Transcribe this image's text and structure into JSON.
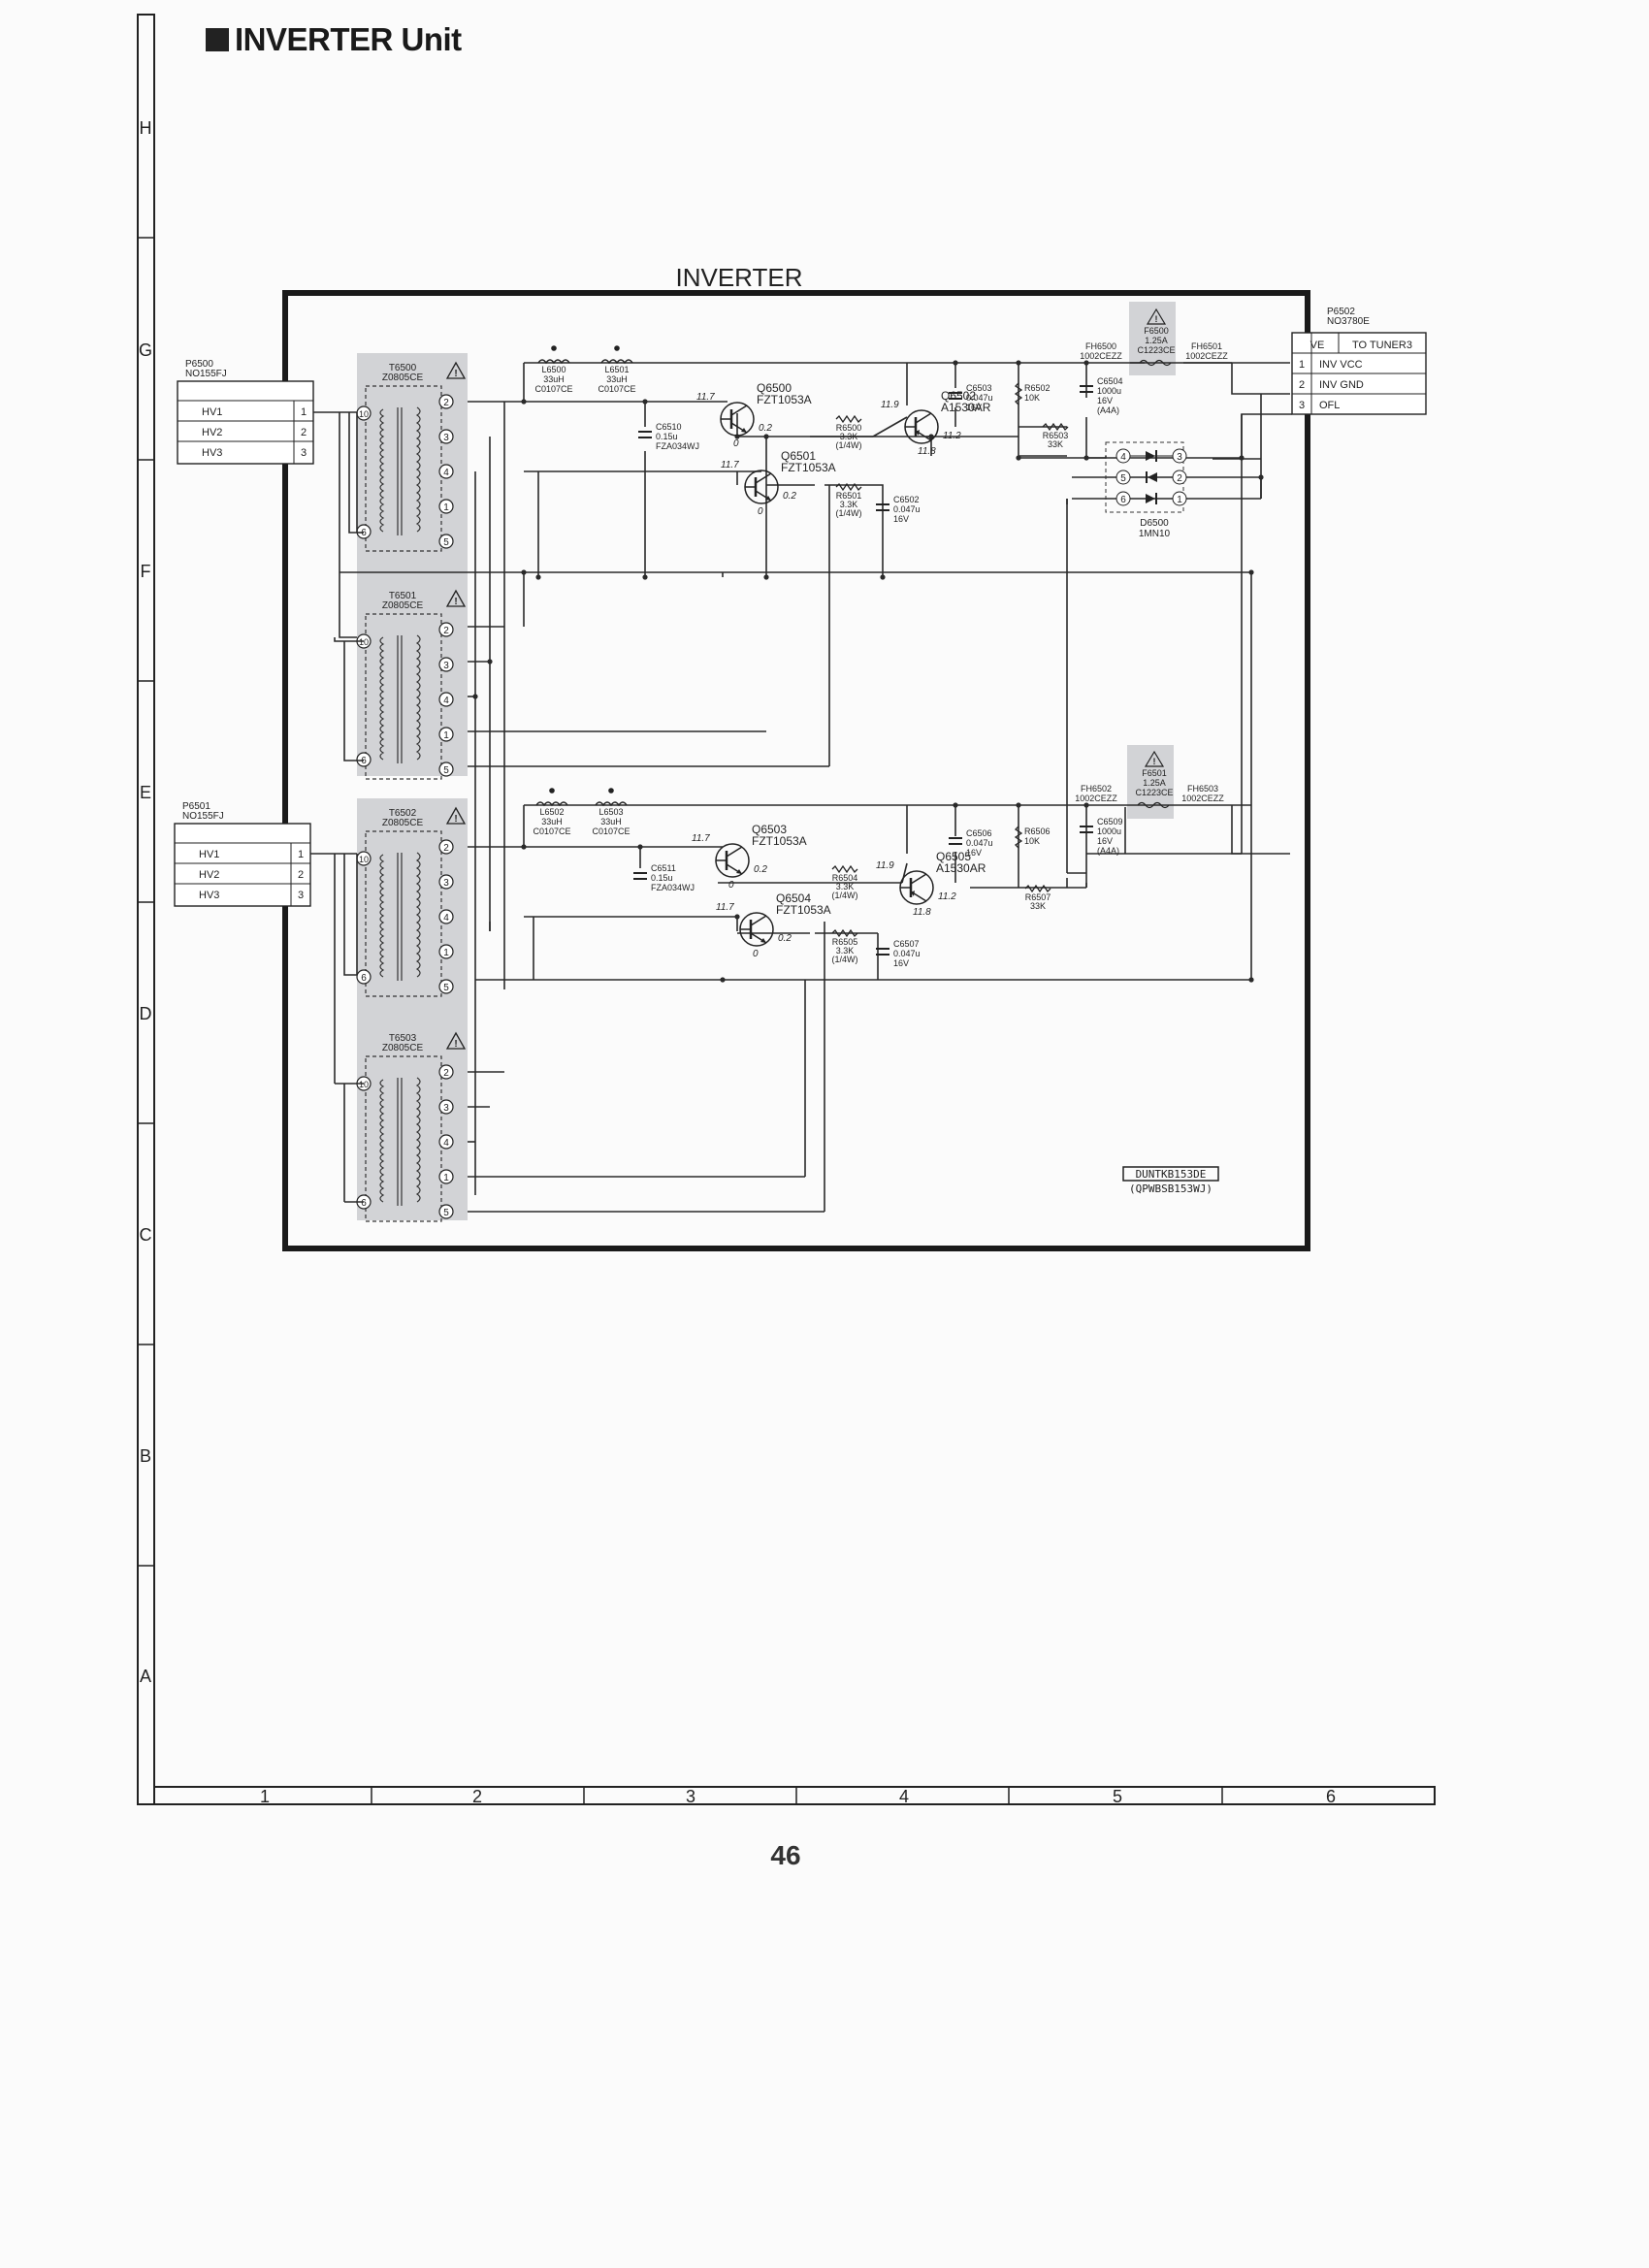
{
  "page": {
    "title": "INVERTER Unit",
    "page_number": "46",
    "panel_title": "INVERTER",
    "row_labels": [
      "H",
      "G",
      "F",
      "E",
      "D",
      "C",
      "B",
      "A"
    ],
    "col_labels": [
      "1",
      "2",
      "3",
      "4",
      "5",
      "6"
    ]
  },
  "connectors": {
    "p6500": {
      "ref": "P6500",
      "part": "NO155FJ",
      "pins": [
        {
          "name": "HV1",
          "num": "1"
        },
        {
          "name": "HV2",
          "num": "2"
        },
        {
          "name": "HV3",
          "num": "3"
        }
      ]
    },
    "p6501": {
      "ref": "P6501",
      "part": "NO155FJ",
      "pins": [
        {
          "name": "HV1",
          "num": "1"
        },
        {
          "name": "HV2",
          "num": "2"
        },
        {
          "name": "HV3",
          "num": "3"
        }
      ]
    },
    "p6502": {
      "ref": "P6502",
      "part": "NO3780E",
      "header_left": "VE",
      "header_right": "TO TUNER3",
      "pins": [
        {
          "num": "1",
          "name": "INV VCC"
        },
        {
          "num": "2",
          "name": "INV GND"
        },
        {
          "num": "3",
          "name": "OFL"
        }
      ]
    }
  },
  "transformers": [
    {
      "ref": "T6500",
      "part": "Z0805CE"
    },
    {
      "ref": "T6501",
      "part": "Z0805CE"
    },
    {
      "ref": "T6502",
      "part": "Z0805CE"
    },
    {
      "ref": "T6503",
      "part": "Z0805CE"
    }
  ],
  "transformer_pins": [
    "2",
    "3",
    "4",
    "1",
    "5",
    "10",
    "6"
  ],
  "inductors": [
    {
      "ref": "L6500",
      "value": "33uH",
      "part": "C0107CE"
    },
    {
      "ref": "L6501",
      "value": "33uH",
      "part": "C0107CE"
    },
    {
      "ref": "L6502",
      "value": "33uH",
      "part": "C0107CE"
    },
    {
      "ref": "L6503",
      "value": "33uH",
      "part": "C0107CE"
    }
  ],
  "transistors": [
    {
      "ref": "Q6500",
      "part": "FZT1053A",
      "v_b": "11.7",
      "v_e": "0",
      "v_c": "0.2"
    },
    {
      "ref": "Q6501",
      "part": "FZT1053A",
      "v_b": "11.7",
      "v_e": "0",
      "v_c": "0.2"
    },
    {
      "ref": "Q6502",
      "part": "A1530AR",
      "v_b": "11.9",
      "v_e": "11.8",
      "v_c": "11.2"
    },
    {
      "ref": "Q6503",
      "part": "FZT1053A",
      "v_b": "11.7",
      "v_e": "0",
      "v_c": "0.2"
    },
    {
      "ref": "Q6504",
      "part": "FZT1053A",
      "v_b": "11.7",
      "v_e": "0",
      "v_c": "0.2"
    },
    {
      "ref": "Q6505",
      "part": "A1530AR",
      "v_b": "11.9",
      "v_e": "11.8",
      "v_c": "11.2"
    }
  ],
  "resistors": [
    {
      "ref": "R6500",
      "value": "3.3K",
      "rating": "(1/4W)"
    },
    {
      "ref": "R6501",
      "value": "3.3K",
      "rating": "(1/4W)"
    },
    {
      "ref": "R6502",
      "value": "10K"
    },
    {
      "ref": "R6503",
      "value": "33K"
    },
    {
      "ref": "R6504",
      "value": "3.3K",
      "rating": "(1/4W)"
    },
    {
      "ref": "R6505",
      "value": "3.3K",
      "rating": "(1/4W)"
    },
    {
      "ref": "R6506",
      "value": "10K"
    },
    {
      "ref": "R6507",
      "value": "33K"
    }
  ],
  "capacitors": [
    {
      "ref": "C6510",
      "value": "0.15u",
      "part": "FZA034WJ"
    },
    {
      "ref": "C6511",
      "value": "0.15u",
      "part": "FZA034WJ"
    },
    {
      "ref": "C6502",
      "value": "0.047u",
      "rating": "16V"
    },
    {
      "ref": "C6503",
      "value": "0.047u",
      "rating": "16V"
    },
    {
      "ref": "C6504",
      "value": "1000u",
      "rating": "16V",
      "extra": "(A4A)"
    },
    {
      "ref": "C6506",
      "value": "0.047u",
      "rating": "16V"
    },
    {
      "ref": "C6507",
      "value": "0.047u",
      "rating": "16V"
    },
    {
      "ref": "C6509",
      "value": "1000u",
      "rating": "16V",
      "extra": "(A4A)"
    }
  ],
  "fuses": [
    {
      "ref": "F6500",
      "rating": "1.25A",
      "part": "C1223CE"
    },
    {
      "ref": "F6501",
      "rating": "1.25A",
      "part": "C1223CE"
    }
  ],
  "fuse_holders": [
    {
      "ref": "FH6500",
      "part": "1002CEZZ"
    },
    {
      "ref": "FH6501",
      "part": "1002CEZZ"
    },
    {
      "ref": "FH6502",
      "part": "1002CEZZ"
    },
    {
      "ref": "FH6503",
      "part": "1002CEZZ"
    }
  ],
  "diode": {
    "ref": "D6500",
    "part": "1MN10",
    "pins_left": [
      "4",
      "5",
      "6"
    ],
    "pins_right": [
      "3",
      "2",
      "1"
    ]
  },
  "board_id": {
    "line1": "DUNTKB153DE",
    "line2": "(QPWBSB153WJ)"
  },
  "colors": {
    "highlight": "#d2d3d6",
    "ink": "#1a1a1a",
    "line": "#2a2a2a"
  }
}
